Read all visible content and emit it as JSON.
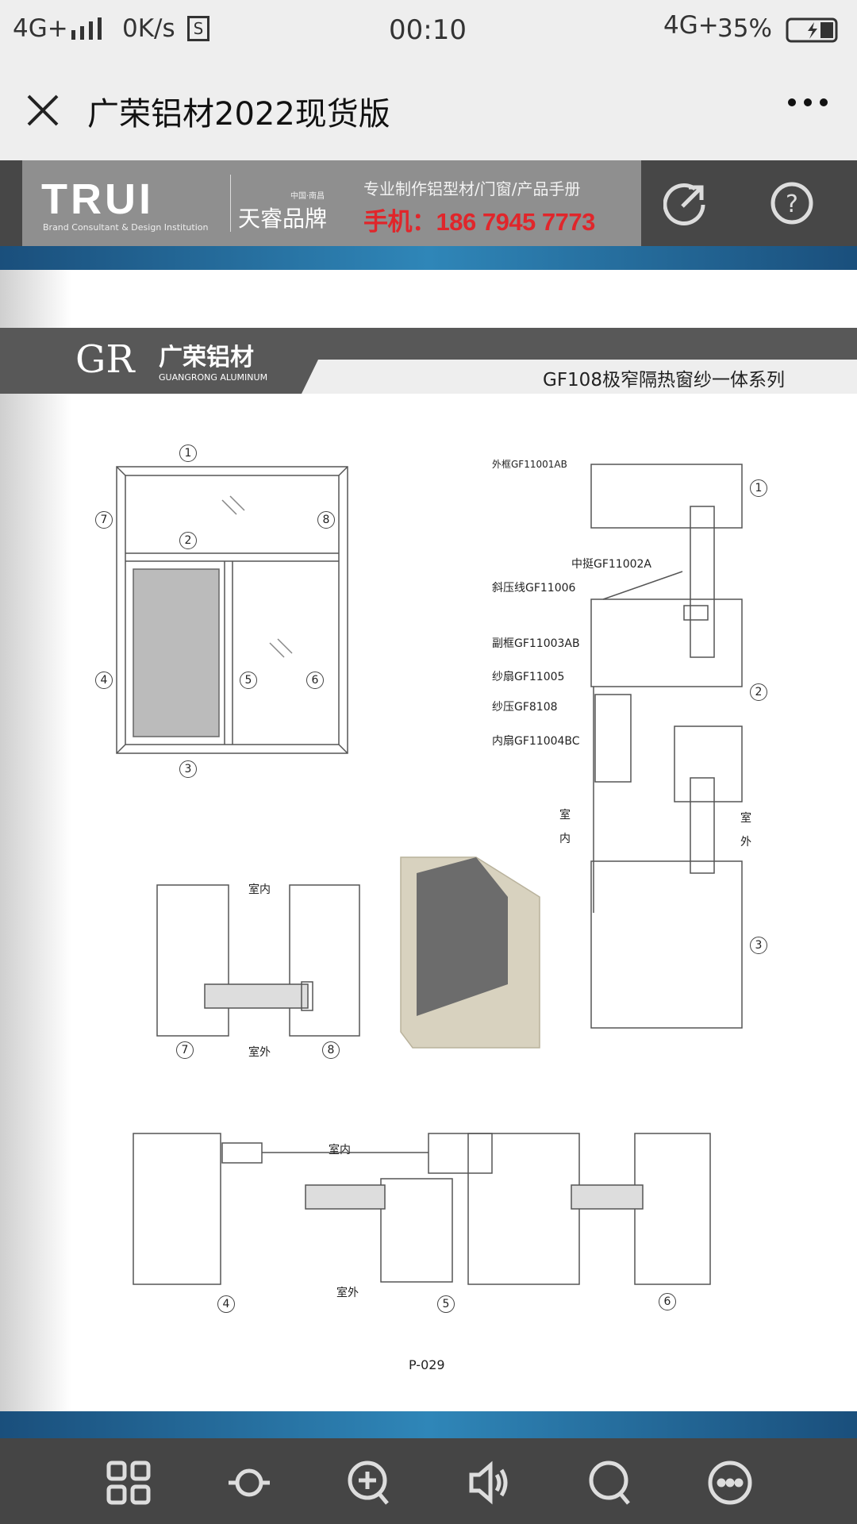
{
  "status_bar": {
    "network_left": "4G+",
    "speed": "0K/s",
    "time": "00:10",
    "network_right": "4G+",
    "battery": "35%",
    "battery_level": 0.35
  },
  "title_bar": {
    "title": "广荣铝材2022现货版"
  },
  "ad_banner": {
    "brand": "TRUI",
    "brand_sub": "Brand Consultant & Design Institution",
    "brand_cn": "天睿品牌",
    "region": "中国·南昌",
    "tagline": "专业制作铝型材/门窗/产品手册",
    "phone": "手机：186 7945 7773"
  },
  "page": {
    "logo_mark": "GR",
    "company_cn": "广荣铝材",
    "company_en": "GUANGRONG ALUMINUM",
    "series_title": "GF108极窄隔热窗纱一体系列",
    "part_labels": [
      "外框GF11001AB",
      "中挺GF11002A",
      "斜压线GF11006",
      "副框GF11003AB",
      "纱扇GF11005",
      "纱压GF8108",
      "内扇GF11004BC"
    ],
    "indoor": "室内",
    "outdoor": "室外",
    "indoor_v": "室\n内",
    "outdoor_v": "室\n外",
    "nums": [
      "1",
      "2",
      "3",
      "4",
      "5",
      "6",
      "7",
      "8"
    ],
    "page_number": "P-029"
  },
  "colors": {
    "accent_blue": "#2f86b8",
    "phone_red": "#e0262b",
    "nav_bg": "#454545"
  }
}
